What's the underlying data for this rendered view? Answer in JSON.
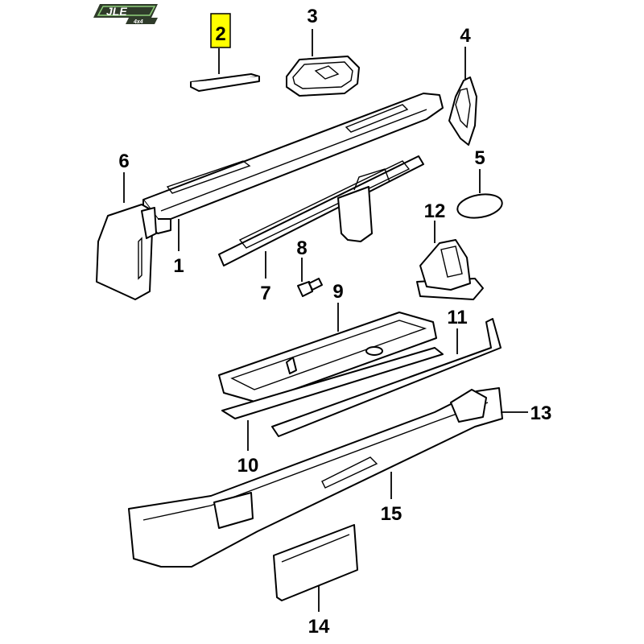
{
  "logo": {
    "text": "JLE",
    "sub": "4x4",
    "colors": {
      "dark": "#2f3b2a",
      "accent": "#8fd07a"
    }
  },
  "highlight_color": "#ffff00",
  "callouts": [
    {
      "id": "1",
      "label": "1"
    },
    {
      "id": "2",
      "label": "2",
      "highlighted": true
    },
    {
      "id": "3",
      "label": "3"
    },
    {
      "id": "4",
      "label": "4"
    },
    {
      "id": "5",
      "label": "5"
    },
    {
      "id": "6",
      "label": "6"
    },
    {
      "id": "7",
      "label": "7"
    },
    {
      "id": "8",
      "label": "8"
    },
    {
      "id": "9",
      "label": "9"
    },
    {
      "id": "10",
      "label": "10"
    },
    {
      "id": "11",
      "label": "11"
    },
    {
      "id": "12",
      "label": "12"
    },
    {
      "id": "13",
      "label": "13"
    },
    {
      "id": "14",
      "label": "14"
    },
    {
      "id": "15",
      "label": "15"
    }
  ]
}
